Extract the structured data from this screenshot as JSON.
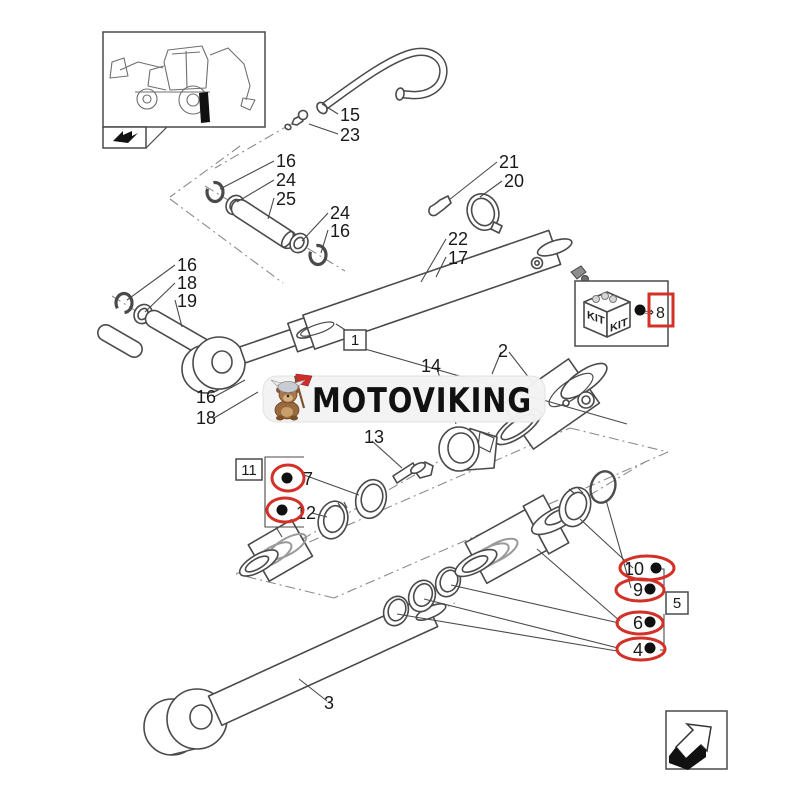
{
  "title": "Hydraulic cylinder exploded parts diagram",
  "watermark": {
    "brand": "MOTOVIKING"
  },
  "legend": {
    "kit_left": "KIT",
    "kit_right": "KIT",
    "ref_symbol": "⇒",
    "ref_number": "8"
  },
  "callouts": {
    "c15": "15",
    "c23": "23",
    "c16a": "16",
    "c24a": "24",
    "c25": "25",
    "c24b": "24",
    "c16b": "16",
    "c21": "21",
    "c20": "20",
    "c22": "22",
    "c17": "17",
    "c16c": "16",
    "c18a": "18",
    "c19": "19",
    "c1": "1",
    "c16d": "16",
    "c18b": "18",
    "c14": "14",
    "c2": "2",
    "c13": "13",
    "c11": "11",
    "c7": "7",
    "c12": "12",
    "c3": "3",
    "c10": "10",
    "c9": "9",
    "c5": "5",
    "c6": "6",
    "c4": "4"
  },
  "colors": {
    "line": "#4a4a4a",
    "construction": "#8b8b8b",
    "highlight_red": "#d33128",
    "banner_bg": "#f3f3f3",
    "text": "#1a1a1a"
  }
}
